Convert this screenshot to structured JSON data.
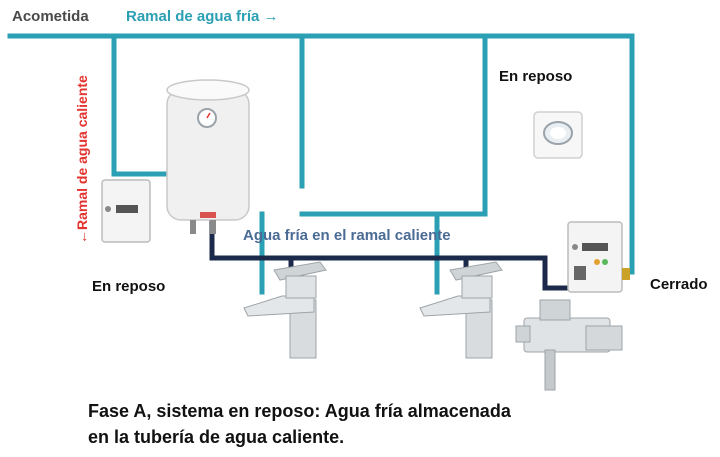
{
  "labels": {
    "acometida": "Acometida",
    "ramal_fria": "Ramal de agua fría →",
    "ramal_caliente": "←Ramal de agua caliente",
    "agua_fria_ramal_caliente": "Agua fría en el ramal caliente",
    "en_reposo_left": "En reposo",
    "en_reposo_right": "En reposo",
    "cerrado": "Cerrado"
  },
  "caption": {
    "line1": "Fase A, sistema en reposo: Agua fría almacenada",
    "line2": "en la tubería de agua caliente."
  },
  "colors": {
    "cold_pipe": "#2b9fb3",
    "hot_pipe_cold_water": "#1b2a4a",
    "hot_label": "#e3342f",
    "accent_label": "#4a6b95"
  },
  "icons": [
    "water-heater-icon",
    "recirculation-module-icon",
    "faucet-icon",
    "shower-mixer-icon",
    "wall-button-icon"
  ]
}
